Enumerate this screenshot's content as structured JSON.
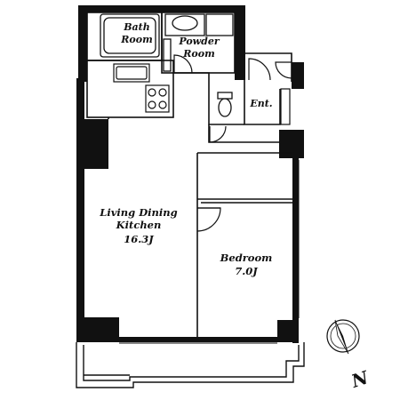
{
  "rooms": {
    "bath": {
      "line1": "Bath",
      "line2": "Room"
    },
    "powder": {
      "line1": "Powder",
      "line2": "Room"
    },
    "entrance": {
      "label": "Ent."
    },
    "ldk": {
      "line1": "Living Dining",
      "line2": "Kitchen",
      "area": "16.3J"
    },
    "bedroom": {
      "line1": "Bedroom",
      "area": "7.0J"
    }
  },
  "compass": {
    "label": "N"
  }
}
